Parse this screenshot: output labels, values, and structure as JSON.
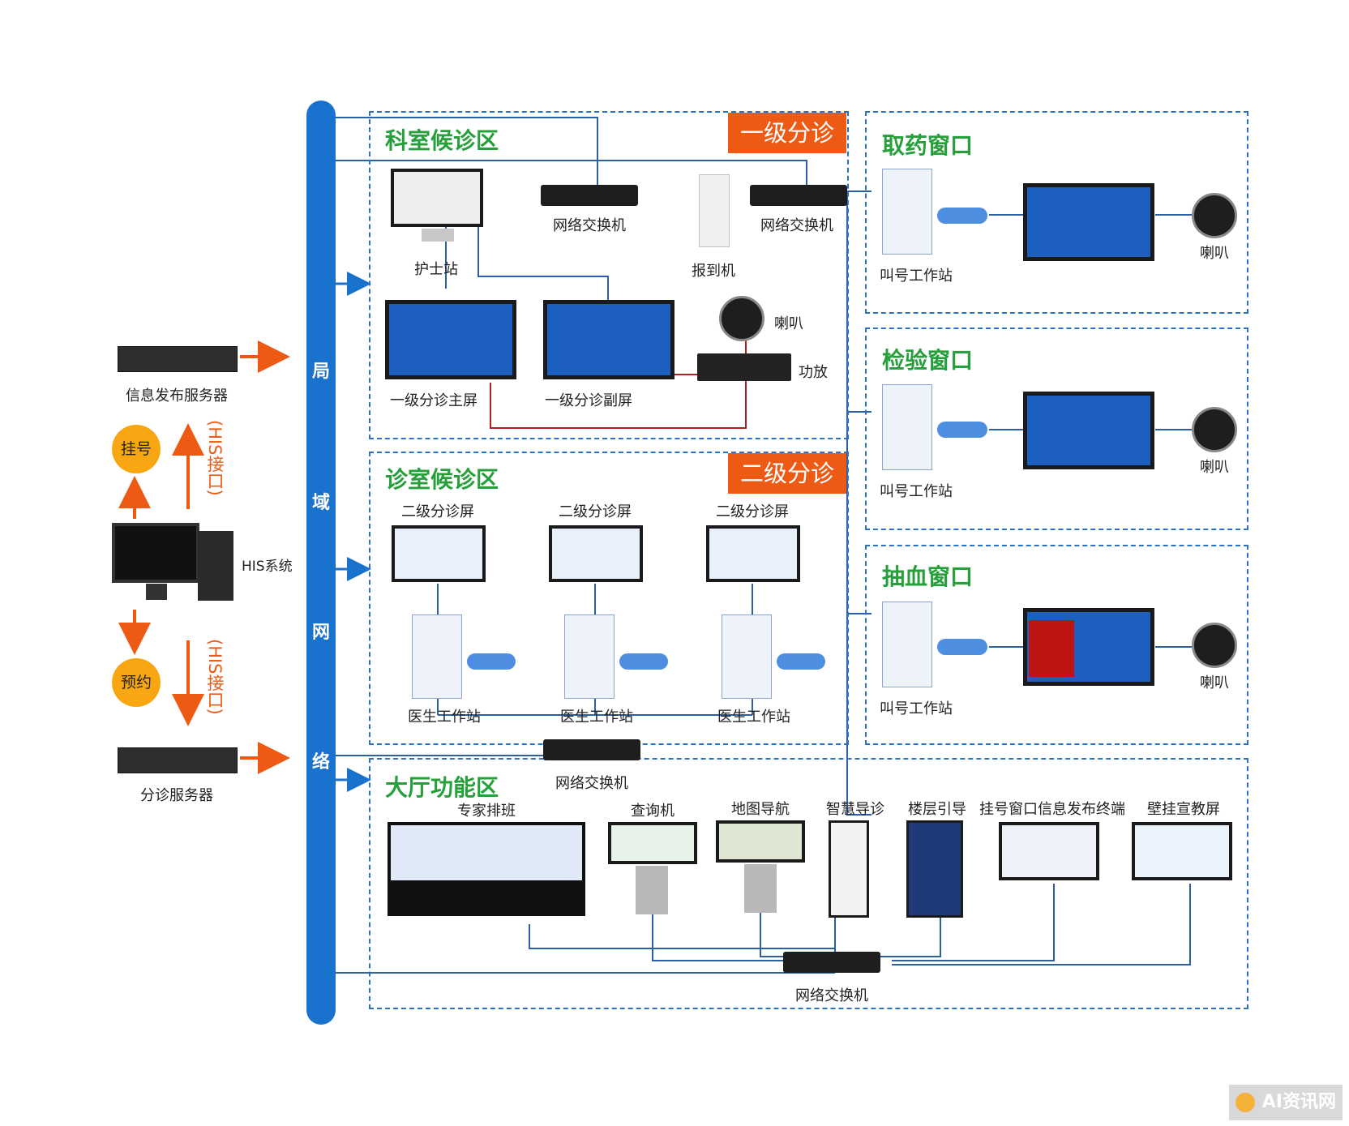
{
  "bus": {
    "chars": [
      "局",
      "域",
      "网",
      "络"
    ],
    "color": "#1a72cf"
  },
  "zones": {
    "dept": {
      "title": "科室候诊区",
      "tier": "一级分诊"
    },
    "clinic": {
      "title": "诊室候诊区",
      "tier": "二级分诊"
    },
    "hall": {
      "title": "大厅功能区"
    },
    "pharmacy": {
      "title": "取药窗口"
    },
    "lab": {
      "title": "检验窗口"
    },
    "blood": {
      "title": "抽血窗口"
    }
  },
  "left": {
    "info_server": "信息发布服务器",
    "triage_server": "分诊服务器",
    "his": "HIS系统",
    "register": "挂号",
    "appointment": "预约",
    "his_interface": "(HIS接口)"
  },
  "dept_labels": {
    "switch_a": "网络交换机",
    "switch_b": "网络交换机",
    "nurse": "护士站",
    "checkin": "报到机",
    "main_screen": "一级分诊主屏",
    "sub_screen": "一级分诊副屏",
    "speaker": "喇叭",
    "amp": "功放"
  },
  "clinic_labels": {
    "screen": "二级分诊屏",
    "doctor": "医生工作站",
    "switch": "网络交换机"
  },
  "window_labels": {
    "caller": "叫号工作站",
    "speaker": "喇叭"
  },
  "hall_labels": {
    "items": [
      "专家排班",
      "查询机",
      "地图导航",
      "智慧导诊",
      "楼层引导",
      "挂号窗口信息发布终端",
      "壁挂宣教屏"
    ],
    "switch": "网络交换机"
  },
  "watermark": "AI资讯网",
  "colors": {
    "zone_border": "#2b72c4",
    "zone_title": "#27a03c",
    "tier_bg": "#ec5a14",
    "circle": "#f8a612",
    "arrow": "#ec5a14",
    "link_red": "#b02020"
  }
}
